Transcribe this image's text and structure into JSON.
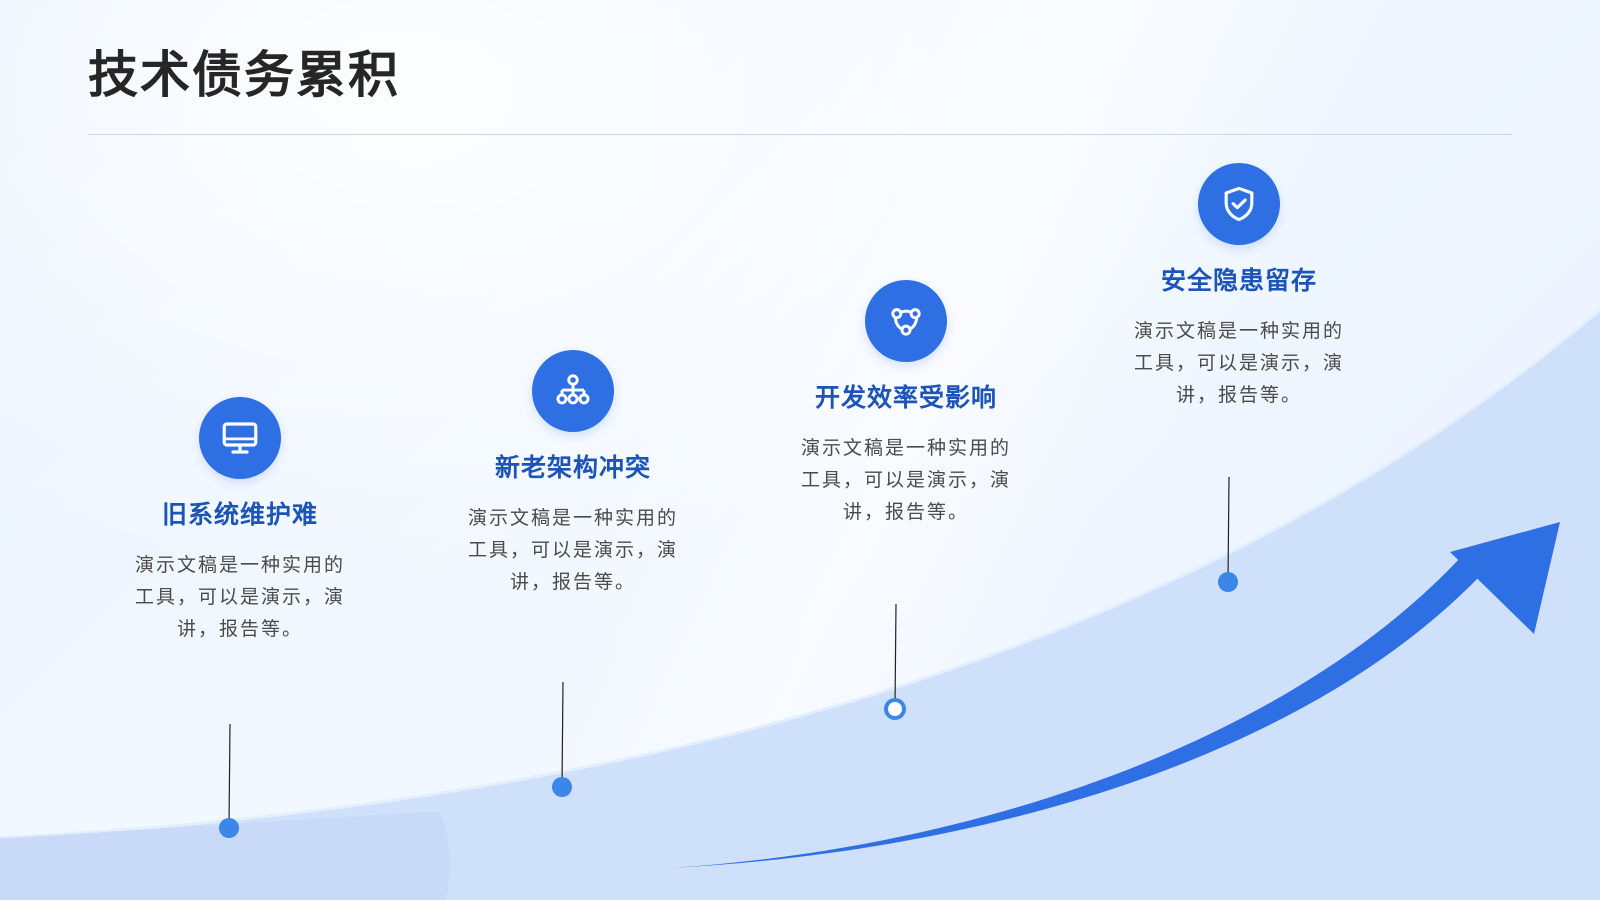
{
  "slide": {
    "title": "技术债务累积"
  },
  "items": [
    {
      "title": "旧系统维护难",
      "desc": "演示文稿是一种实用的工具，可以是演示，演讲，报告等。",
      "icon": "monitor-icon"
    },
    {
      "title": "新老架构冲突",
      "desc": "演示文稿是一种实用的工具，可以是演示，演讲，报告等。",
      "icon": "hierarchy-icon"
    },
    {
      "title": "开发效率受影响",
      "desc": "演示文稿是一种实用的工具，可以是演示，演讲，报告等。",
      "icon": "network-icon"
    },
    {
      "title": "安全隐患留存",
      "desc": "演示文稿是一种实用的工具，可以是演示，演讲，报告等。",
      "icon": "shield-check-icon"
    }
  ],
  "colors": {
    "accent": "#2f6fe4",
    "title_blue": "#1c54b9",
    "dot_blue": "#3b86e8",
    "curve_fill": "#cddffa"
  }
}
